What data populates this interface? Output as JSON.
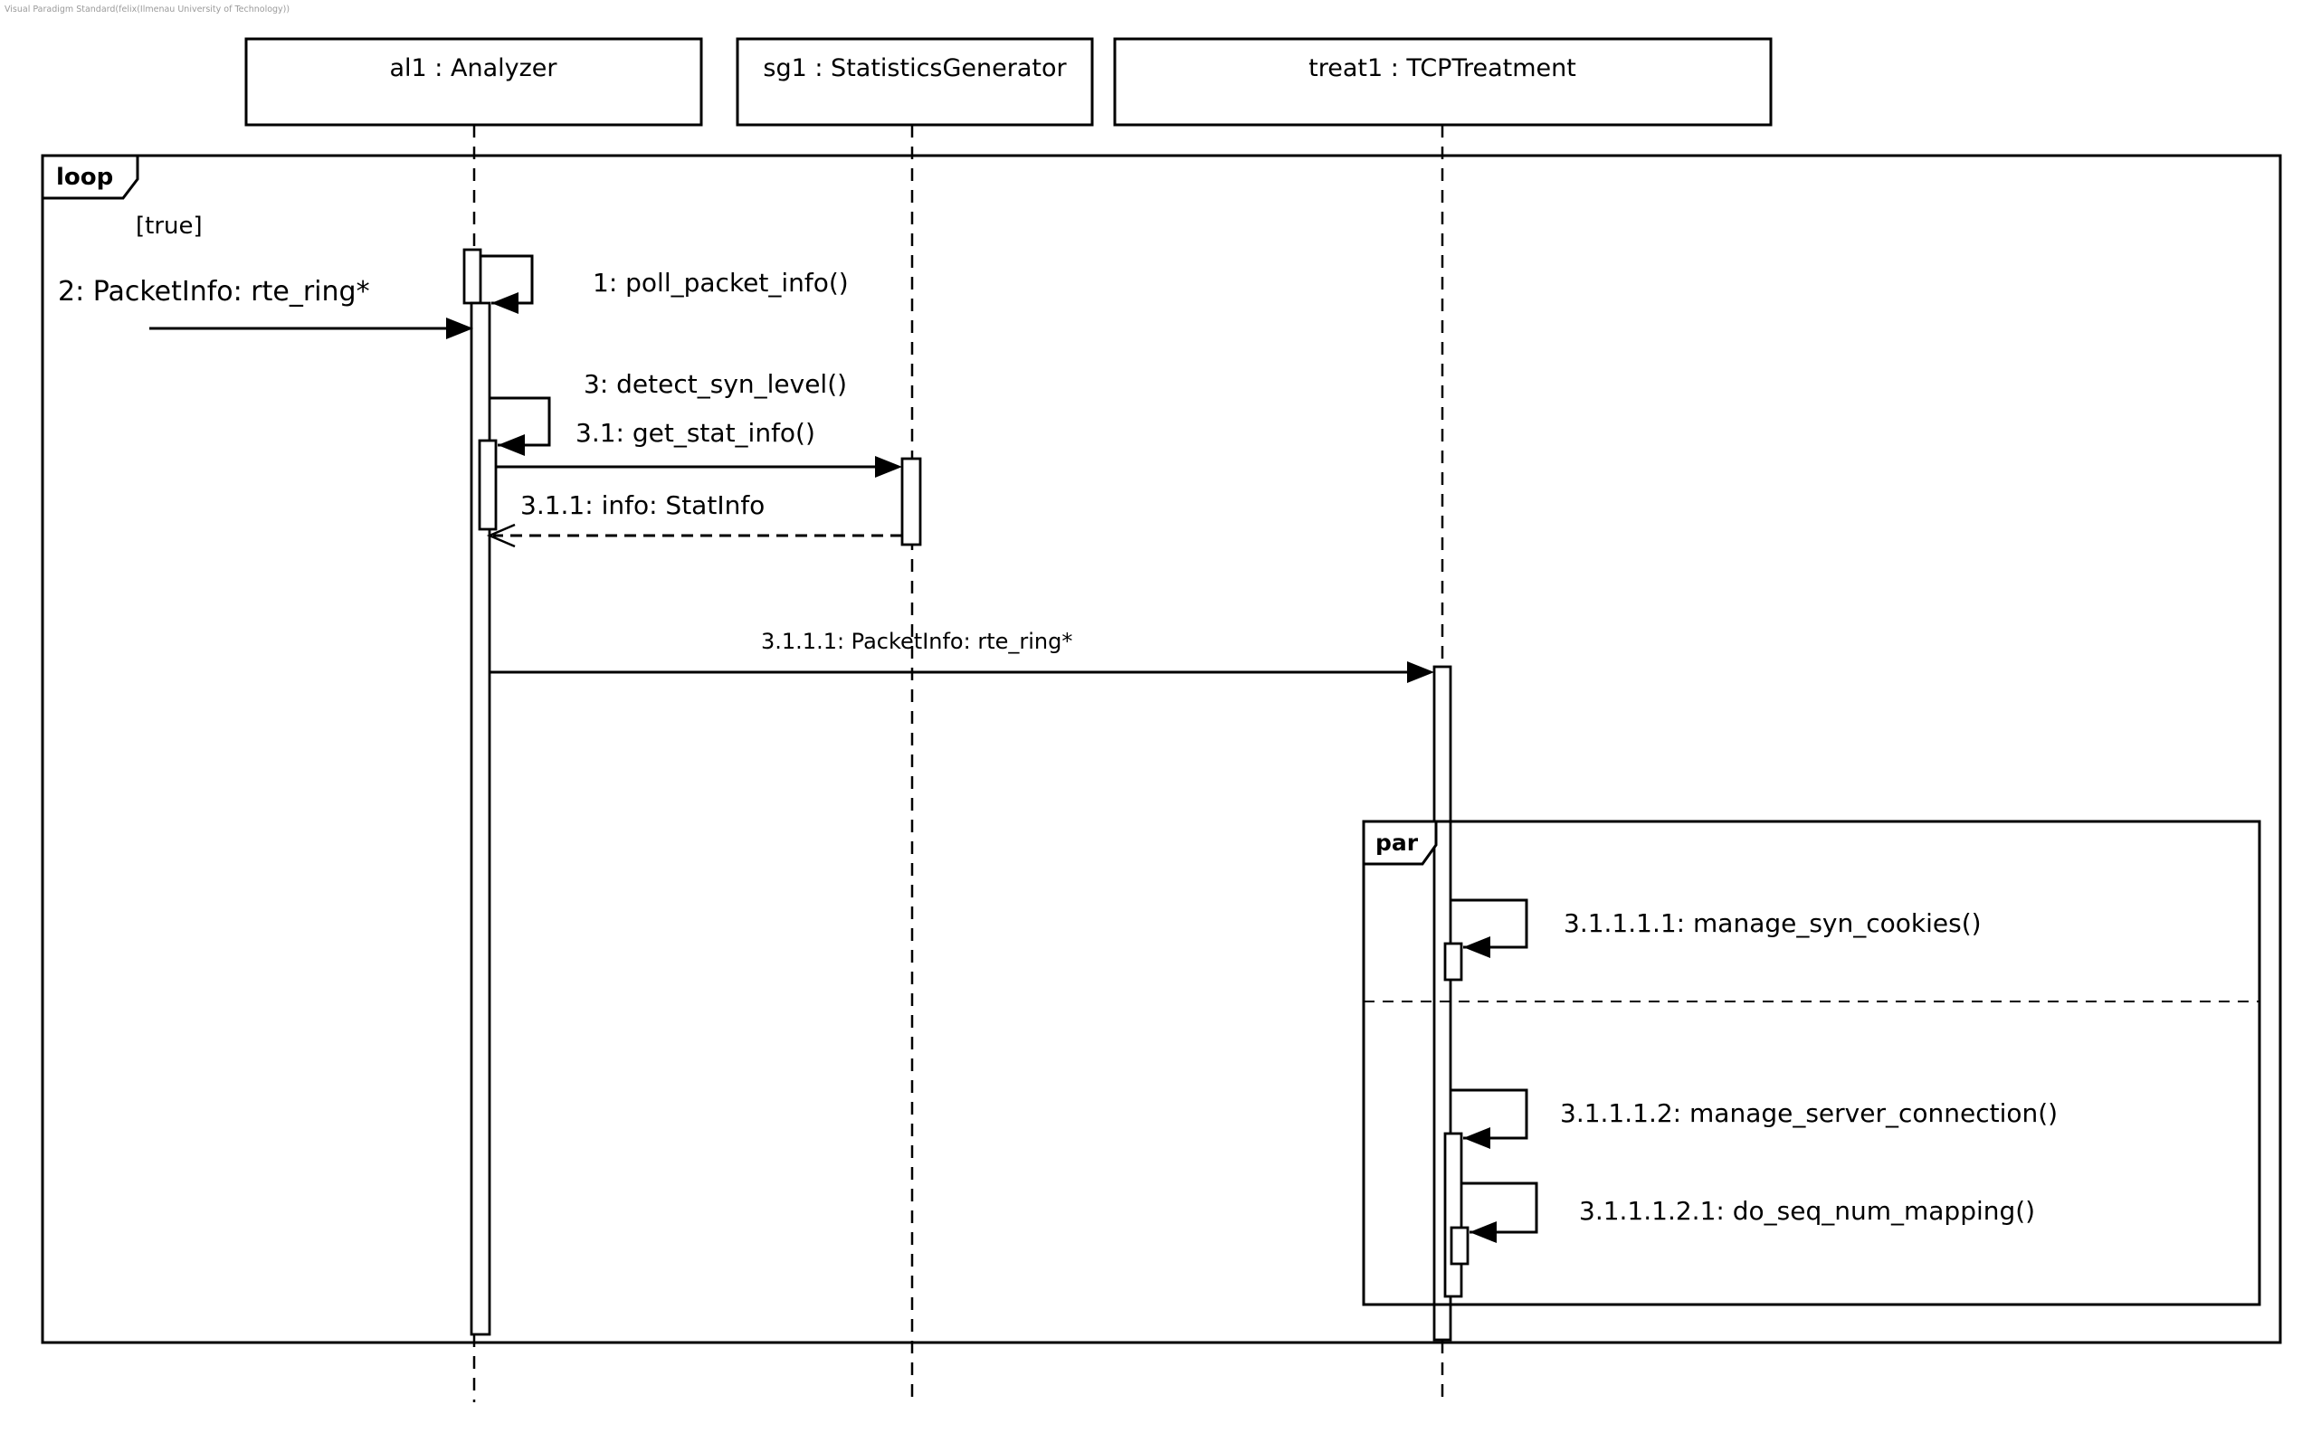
{
  "watermark": "Visual Paradigm Standard(felix(Ilmenau University of Technology))",
  "diagram": {
    "lifelines": [
      {
        "id": "al1",
        "label": "al1 : Analyzer"
      },
      {
        "id": "sg1",
        "label": "sg1 : StatisticsGenerator"
      },
      {
        "id": "treat1",
        "label": "treat1 : TCPTreatment"
      }
    ],
    "fragments": {
      "loop": {
        "operator": "loop",
        "guard": "[true]"
      },
      "par": {
        "operator": "par"
      }
    },
    "messages": [
      {
        "seq": "1",
        "label": "1: poll_packet_info()"
      },
      {
        "seq": "2",
        "label": "2: PacketInfo: rte_ring*"
      },
      {
        "seq": "3",
        "label": "3: detect_syn_level()"
      },
      {
        "seq": "3.1",
        "label": "3.1: get_stat_info()"
      },
      {
        "seq": "3.1.1",
        "label": "3.1.1: info: StatInfo"
      },
      {
        "seq": "3.1.1.1",
        "label": "3.1.1.1: PacketInfo: rte_ring*"
      },
      {
        "seq": "3.1.1.1.1",
        "label": "3.1.1.1.1: manage_syn_cookies()"
      },
      {
        "seq": "3.1.1.1.2",
        "label": "3.1.1.1.2: manage_server_connection()"
      },
      {
        "seq": "3.1.1.1.2.1",
        "label": "3.1.1.1.2.1: do_seq_num_mapping()"
      }
    ]
  },
  "colors": {
    "stroke": "#000000",
    "background": "#ffffff",
    "watermark_text": "#9a9a9a"
  }
}
